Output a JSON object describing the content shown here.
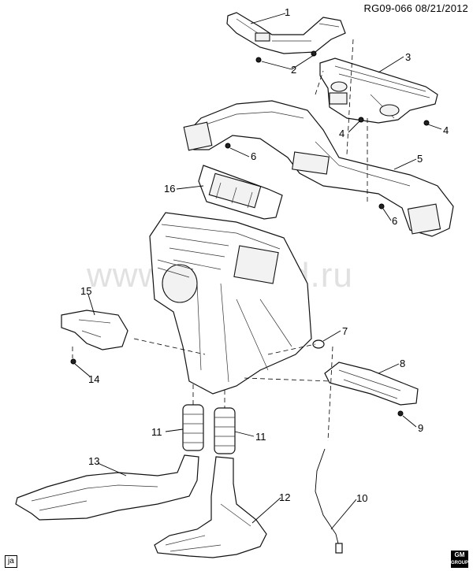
{
  "header": {
    "ref": "RG09-066 08/21/2012"
  },
  "watermark": "www.autoklad.ru",
  "corner_tag": "ja",
  "logo": {
    "line1": "GM",
    "line2": "GROUP"
  },
  "callouts": {
    "c1": "1",
    "c2": "2",
    "c3": "3",
    "c4a": "4",
    "c4b": "4",
    "c5": "5",
    "c6a": "6",
    "c6b": "6",
    "c7": "7",
    "c8": "8",
    "c9": "9",
    "c10": "10",
    "c11a": "11",
    "c11b": "11",
    "c12": "12",
    "c13": "13",
    "c14": "14",
    "c15": "15",
    "c16": "16"
  }
}
